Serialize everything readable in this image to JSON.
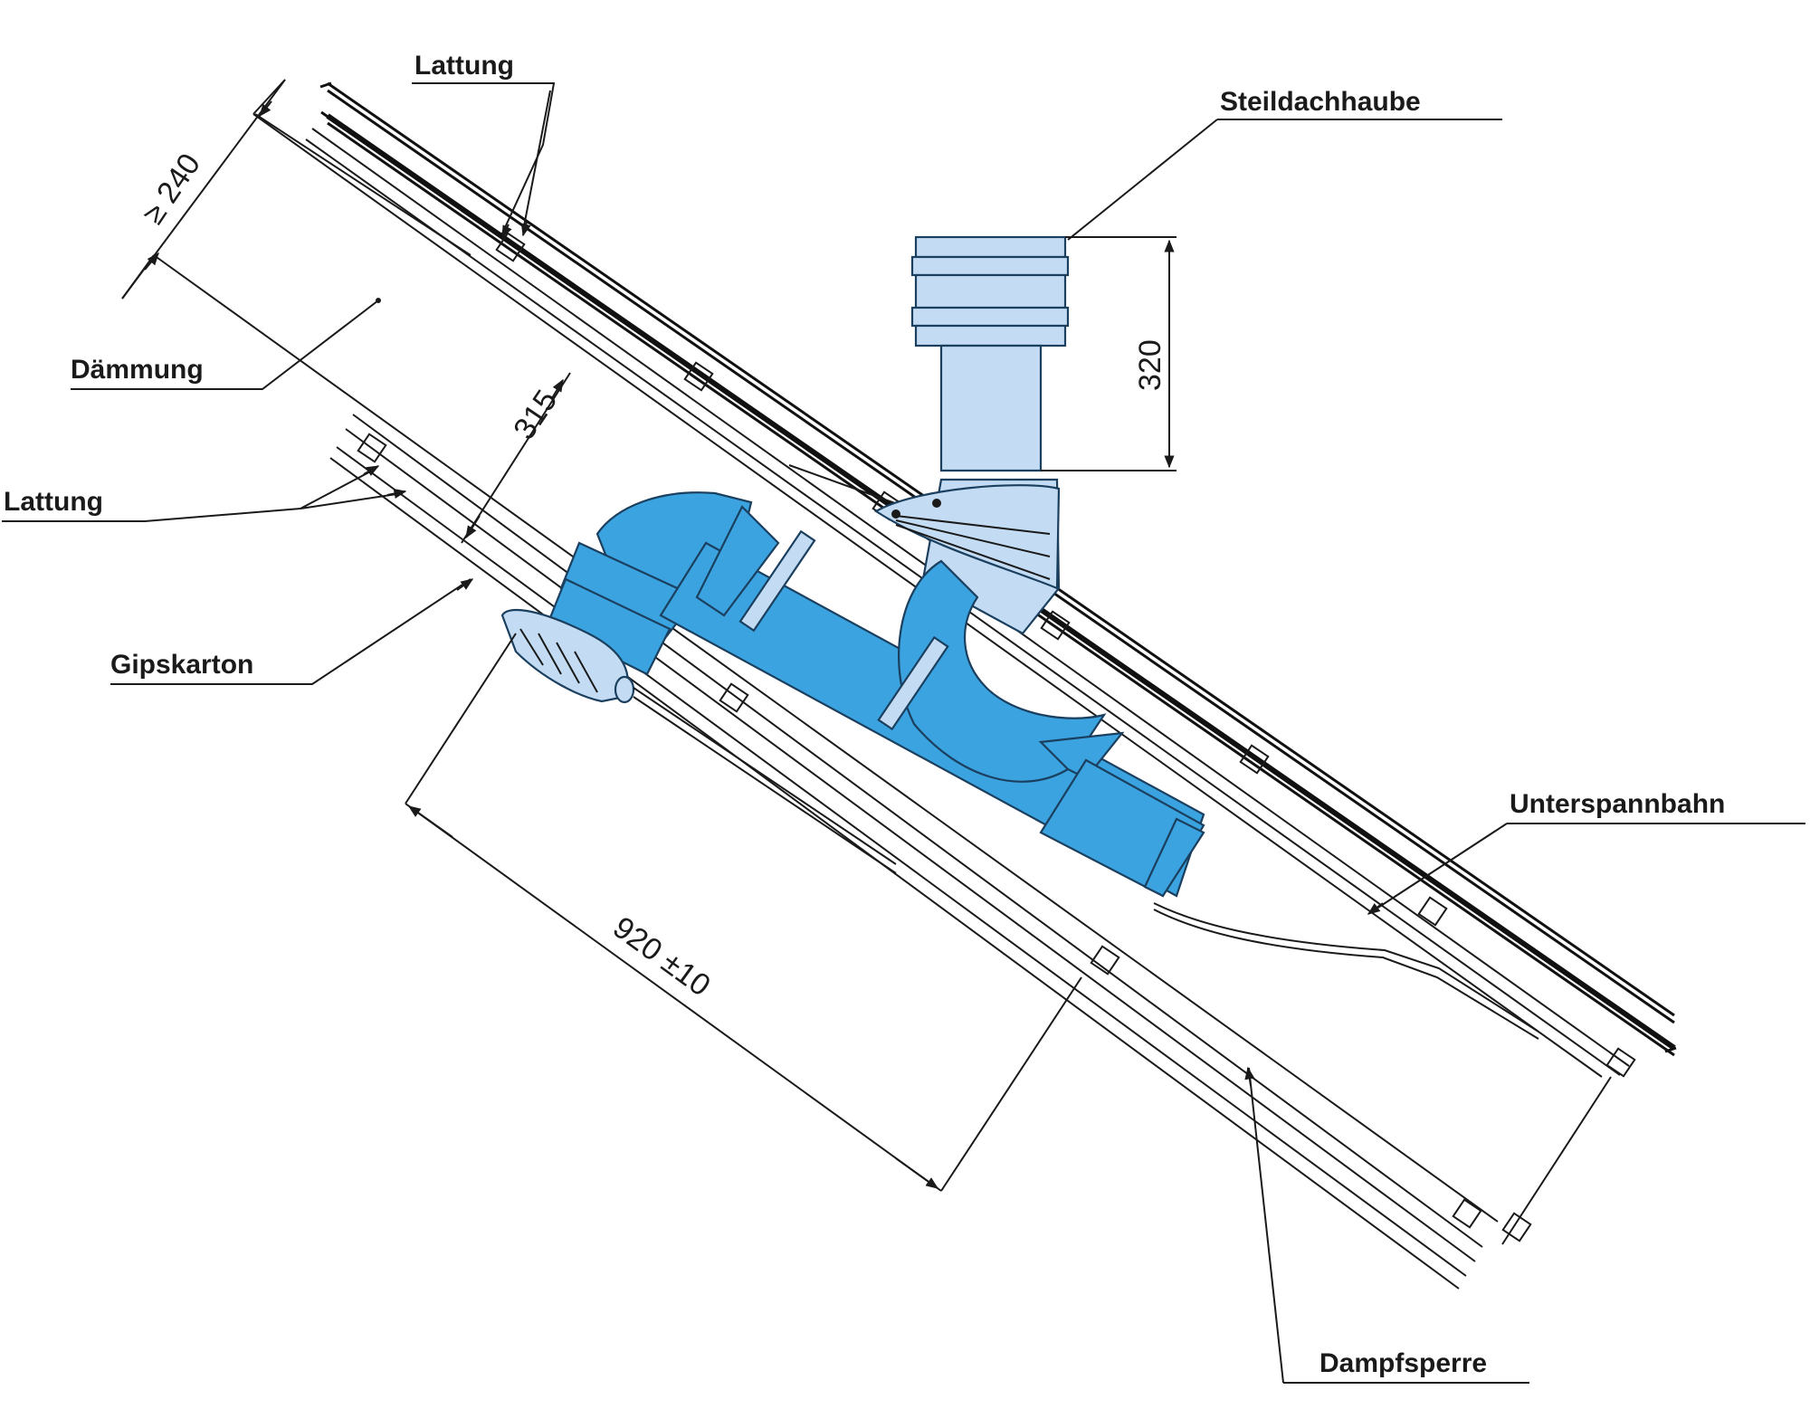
{
  "labels": {
    "lattung_top": "Lattung",
    "steildachhaube": "Steildachhaube",
    "daemmung": "Dämmung",
    "lattung_left": "Lattung",
    "gipskarton": "Gipskarton",
    "unterspannbahn": "Unterspannbahn",
    "dampfsperre": "Dampfsperre"
  },
  "dimensions": {
    "rafter_depth": "≥ 240",
    "pipe_offset": "315",
    "hood_height": "320",
    "length": "920 ±10"
  },
  "colors": {
    "pipe": "#3aa3e0",
    "hood": "#c3dcf3",
    "line": "#1a1a1a"
  }
}
